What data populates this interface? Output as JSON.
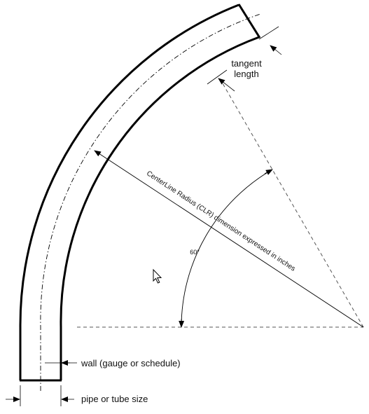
{
  "labels": {
    "tangent_line1": "tangent",
    "tangent_line2": "length",
    "clr": "CenterLine Radius (CLR) dimension expressed in inches",
    "angle": "60°",
    "wall": "wall (gauge or schedule)",
    "pipe_size": "pipe or tube size"
  },
  "colors": {
    "stroke": "#000000",
    "dashed": "#555555",
    "text": "#111111",
    "background": "#ffffff"
  },
  "icons": {
    "cursor": "mouse-pointer-icon"
  }
}
